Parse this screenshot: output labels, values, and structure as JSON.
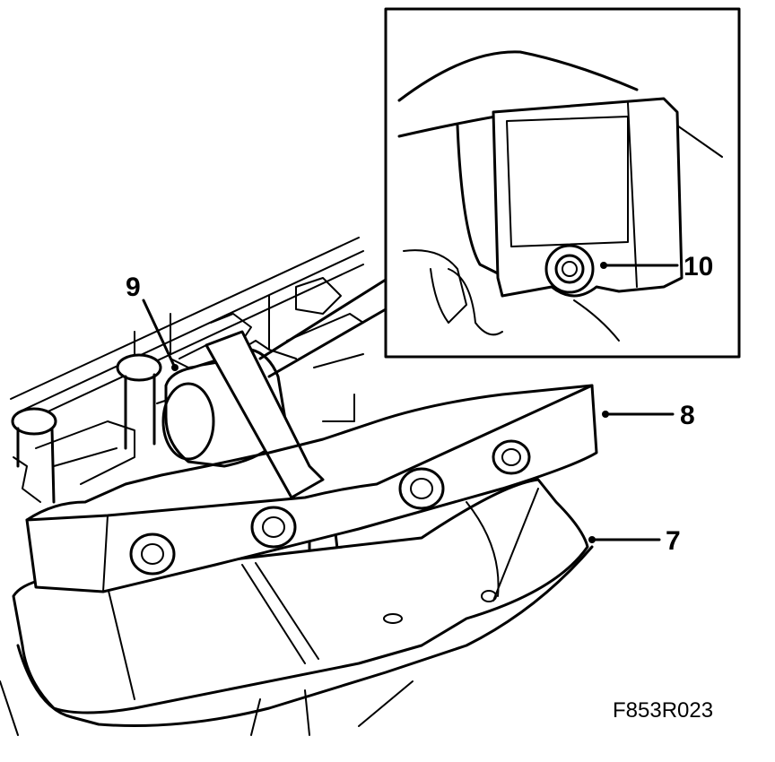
{
  "callouts": {
    "c7": "7",
    "c8": "8",
    "c9": "9",
    "c10": "10"
  },
  "figure_code": "F853R023",
  "colors": {
    "ink": "#000000",
    "paper": "#ffffff"
  }
}
